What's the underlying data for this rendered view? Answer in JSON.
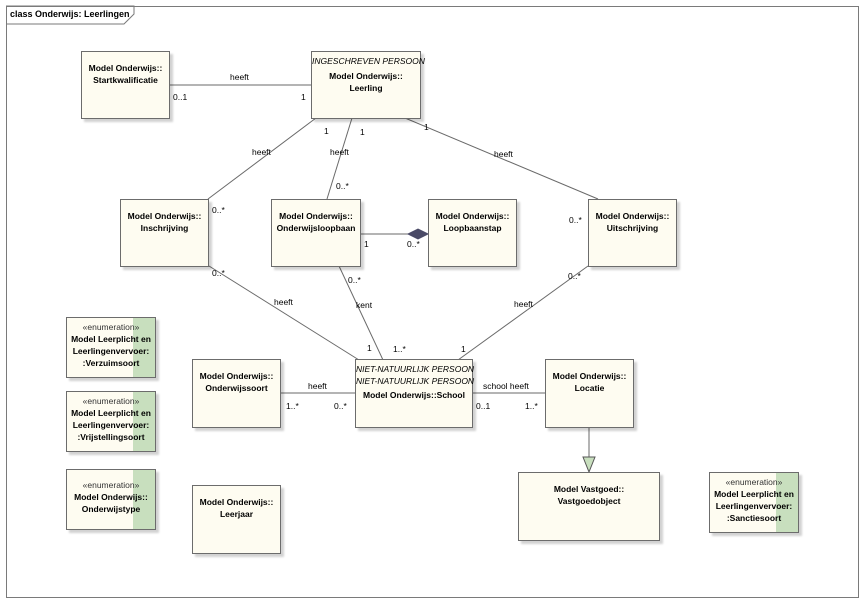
{
  "frame": {
    "title": "class Onderwijs: Leerlingen"
  },
  "classes": {
    "startkwalificatie": {
      "line1": "Model Onderwijs::",
      "line2": "Startkwalificatie"
    },
    "leerling": {
      "stereotype": "INGESCHREVEN PERSOON",
      "line1": "Model Onderwijs::",
      "line2": "Leerling"
    },
    "inschrijving": {
      "line1": "Model Onderwijs::",
      "line2": "Inschrijving"
    },
    "onderwijsloopbaan": {
      "line1": "Model Onderwijs::",
      "line2": "Onderwijsloopbaan"
    },
    "loopbaanstap": {
      "line1": "Model Onderwijs::",
      "line2": "Loopbaanstap"
    },
    "uitschrijving": {
      "line1": "Model Onderwijs::",
      "line2": "Uitschrijving"
    },
    "onderwijssoort": {
      "line1": "Model Onderwijs::",
      "line2": "Onderwijssoort"
    },
    "school": {
      "stereotype1": "NIET-NATUURLIJK PERSOON",
      "stereotype2": "NIET-NATUURLIJK PERSOON",
      "line1": "Model Onderwijs::School"
    },
    "locatie": {
      "line1": "Model Onderwijs::",
      "line2": "Locatie"
    },
    "vastgoedobject": {
      "line1": "Model Vastgoed::",
      "line2": "Vastgoedobject"
    },
    "leerjaar": {
      "line1": "Model Onderwijs::",
      "line2": "Leerjaar"
    }
  },
  "enumerations": {
    "verzuimsoort": {
      "stereotype": "«enumeration»",
      "line1": "Model Leerplicht en",
      "line2": "Leerlingenvervoer:",
      "line3": ":Verzuimsoort"
    },
    "vrijstellingsoort": {
      "stereotype": "«enumeration»",
      "line1": "Model Leerplicht en",
      "line2": "Leerlingenvervoer:",
      "line3": ":Vrijstellingsoort"
    },
    "onderwijstype": {
      "stereotype": "«enumeration»",
      "line1": "Model Onderwijs::",
      "line2": "Onderwijstype"
    },
    "sanctiesoort": {
      "stereotype": "«enumeration»",
      "line1": "Model Leerplicht en",
      "line2": "Leerlingenvervoer:",
      "line3": ":Sanctiesoort"
    }
  },
  "edge_labels": {
    "heeft_startkwal": "heeft",
    "heeft_inschr": "heeft",
    "heeft_loopbaan": "heeft",
    "heeft_uitschr": "heeft",
    "heeft_inschr_school": "heeft",
    "kent": "kent",
    "heeft_uitschr_school": "heeft",
    "heeft_onderwijssoort": "heeft",
    "school_heeft": "school heeft"
  },
  "multiplicities": {
    "startkwal_0_1": "0..1",
    "leerling_1_a": "1",
    "leerling_1_b": "1",
    "leerling_1_c": "1",
    "leerling_1_d": "1",
    "inschr_top": "0..*",
    "loopbaan_top": "0..*",
    "uitschr_top": "0..*",
    "loopbaan_1": "1",
    "loopbaanstap_m": "0..*",
    "inschr_bottom": "0..*",
    "loopbaan_bottom": "0..*",
    "uitschr_bottom": "0..*",
    "school_1_a": "1",
    "school_1n": "1..*",
    "school_1_b": "1",
    "onderwijssoort_1n": "1..*",
    "school_0n": "0..*",
    "school_01": "0..1",
    "locatie_1n": "1..*"
  }
}
